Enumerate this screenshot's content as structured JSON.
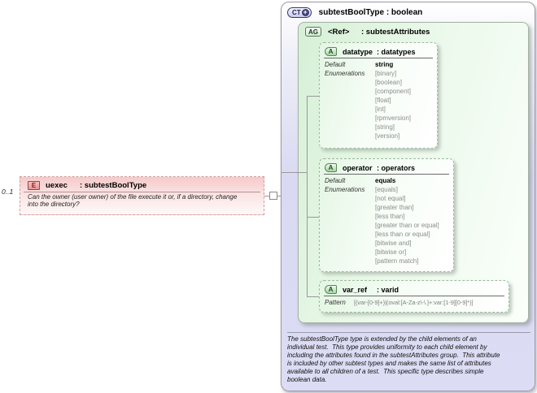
{
  "element": {
    "cardinality": "0..1",
    "icon": "E",
    "name": "uexec",
    "type": ": subtestBoolType",
    "annotation_lines": [
      "Can the owner (user owner) of the file execute it or, if a directory, change",
      "into the directory?"
    ]
  },
  "ct": {
    "icon": "CT",
    "plus": "+",
    "title": "subtestBoolType : boolean",
    "group": {
      "icon": "AG",
      "name": "<Ref>",
      "type": ": subtestAttributes",
      "attributes": [
        {
          "icon": "A",
          "name": "datatype",
          "type": ": datatypes",
          "default_label": "Default",
          "enumerations_label": "Enumerations",
          "default": "string",
          "enumerations": [
            "[binary]",
            "[boolean]",
            "[component]",
            "[float]",
            "[int]",
            "[rpmversion]",
            "[string]",
            "[version]"
          ]
        },
        {
          "icon": "A",
          "name": "operator",
          "type": ": operators",
          "default_label": "Default",
          "enumerations_label": "Enumerations",
          "default": "equals",
          "enumerations": [
            "[equals]",
            "[not equal]",
            "[greater than]",
            "[less than]",
            "[greater than or equal]",
            "[less than or equal]",
            "[bitwise and]",
            "[bitwise or]",
            "[pattern match]"
          ]
        },
        {
          "icon": "A",
          "name": "var_ref",
          "type": ": varid",
          "pattern_label": "Pattern",
          "pattern": "[(var-[0-9]+)|(oval:[A-Za-z\\-\\.]+:var:[1-9][0-9]*)]"
        }
      ]
    },
    "annotation_lines": [
      "The subtestBoolType type is extended by the child elements of an",
      "individual test.  This type provides uniformity to each child element by",
      "including the attributes found in the subtestAttributes group.  This attribute",
      "is included by other subtest types and makes the same list of attributes",
      "available to all children of a test.  This specific type describes simple",
      "boolean data."
    ]
  },
  "colors": {
    "element_accent": "#f6c9c9",
    "complextype_accent": "#d9d9f2",
    "attribute_accent": "#d6efd6",
    "connector": "#999999"
  }
}
